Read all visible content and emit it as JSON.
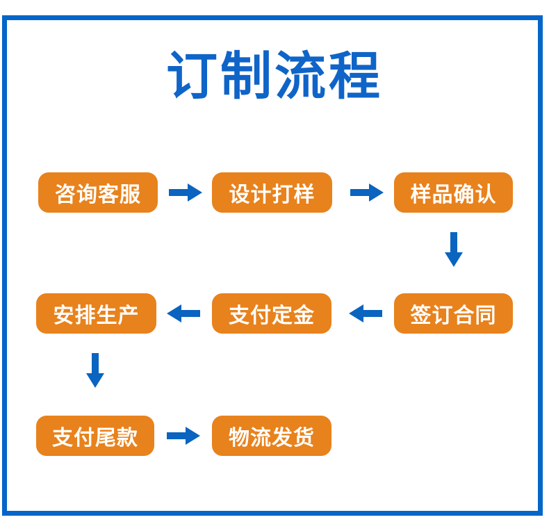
{
  "page": {
    "title": "订制流程",
    "frame_color": "#0366C8",
    "title_color": "#0F64C8",
    "box_color": "#E8821C",
    "box_text_color": "#FFFFFF",
    "arrow_color": "#0A64C0",
    "background": "#FFFFFF"
  },
  "flow": {
    "rows": [
      {
        "id": "row-1",
        "direction": "right",
        "steps": [
          {
            "id": "step-1",
            "label": "咨询客服"
          },
          {
            "id": "step-2",
            "label": "设计打样"
          },
          {
            "id": "step-3",
            "label": "样品确认"
          }
        ]
      },
      {
        "id": "row-2",
        "direction": "left",
        "steps": [
          {
            "id": "step-4",
            "label": "安排生产"
          },
          {
            "id": "step-5",
            "label": "支付定金"
          },
          {
            "id": "step-6",
            "label": "签订合同"
          }
        ]
      },
      {
        "id": "row-3",
        "direction": "right",
        "steps": [
          {
            "id": "step-7",
            "label": "支付尾款"
          },
          {
            "id": "step-8",
            "label": "物流发货"
          }
        ]
      }
    ],
    "connectors": [
      {
        "id": "arrow-1",
        "icon": "arrow-right-icon",
        "from": "step-1",
        "to": "step-2"
      },
      {
        "id": "arrow-2",
        "icon": "arrow-right-icon",
        "from": "step-2",
        "to": "step-3"
      },
      {
        "id": "arrow-3",
        "icon": "arrow-down-icon",
        "from": "step-3",
        "to": "step-6"
      },
      {
        "id": "arrow-4",
        "icon": "arrow-left-icon",
        "from": "step-6",
        "to": "step-5"
      },
      {
        "id": "arrow-5",
        "icon": "arrow-left-icon",
        "from": "step-5",
        "to": "step-4"
      },
      {
        "id": "arrow-6",
        "icon": "arrow-down-icon",
        "from": "step-4",
        "to": "step-7"
      },
      {
        "id": "arrow-7",
        "icon": "arrow-right-icon",
        "from": "step-7",
        "to": "step-8"
      }
    ]
  }
}
